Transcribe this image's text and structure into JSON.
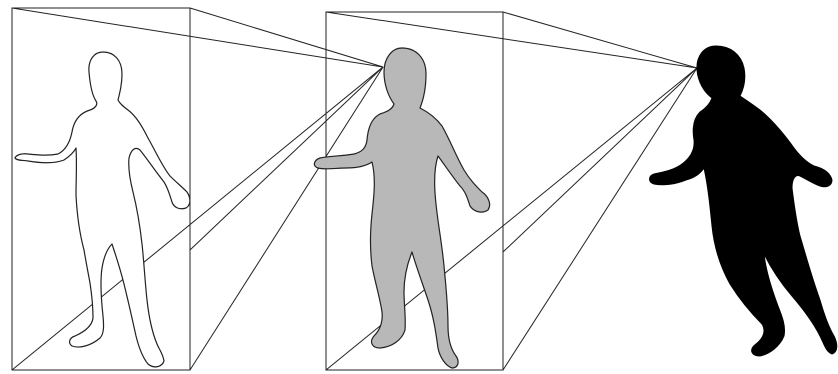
{
  "diagram": {
    "description_free": true,
    "figures": [
      {
        "id": "outline-figure",
        "style": "outline",
        "color": "#ffffff"
      },
      {
        "id": "gray-figure",
        "style": "filled",
        "color": "#b8b8b8"
      },
      {
        "id": "black-figure",
        "style": "filled",
        "color": "#000000"
      }
    ],
    "frames": [
      {
        "id": "left-frame"
      },
      {
        "id": "middle-frame"
      }
    ],
    "colors": {
      "line": "#222222",
      "background": "#ffffff"
    }
  }
}
